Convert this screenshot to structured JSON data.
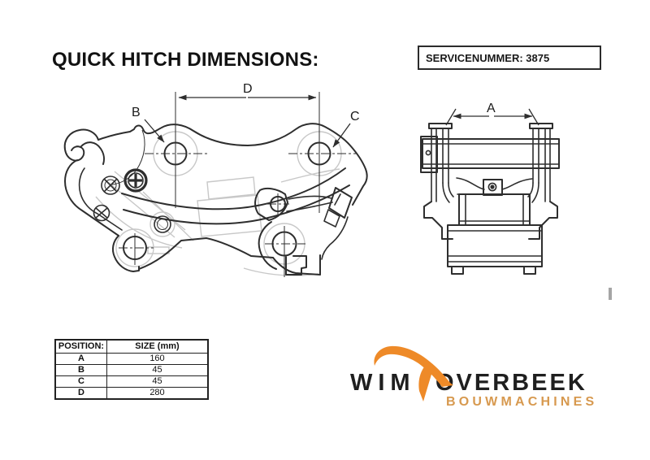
{
  "header": {
    "title": "QUICK HITCH DIMENSIONS:",
    "service_number": "SERVICENUMMER: 3875"
  },
  "diagram": {
    "side_view": {
      "name": "quick hitch side view",
      "label_b": "B",
      "label_c": "C",
      "label_d": "D"
    },
    "front_view": {
      "name": "quick hitch front view",
      "label_a": "A"
    }
  },
  "table": {
    "headers": [
      "POSITION:",
      "SIZE (mm)"
    ],
    "rows": [
      {
        "position": "A",
        "size": "160"
      },
      {
        "position": "B",
        "size": "45"
      },
      {
        "position": "C",
        "size": "45"
      },
      {
        "position": "D",
        "size": "280"
      }
    ]
  },
  "logo": {
    "name_part1": "WIM",
    "name_part2": "OVERBEEK",
    "subtitle": "BOUWMACHINES"
  },
  "colors": {
    "line": "#2e2e2e",
    "ref": "#c8c8c8",
    "logo-orange": "#EE8A28",
    "logo-tan": "#D7994F",
    "logo-dark": "#1f1f1f"
  }
}
